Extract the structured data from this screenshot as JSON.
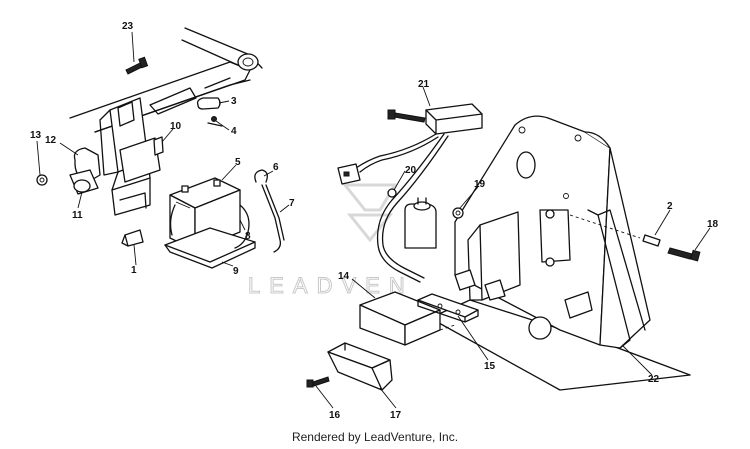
{
  "watermark": "LEADVEN",
  "footer": "Rendered by LeadVenture, Inc.",
  "callouts": [
    "23",
    "3",
    "4",
    "13",
    "12",
    "10",
    "5",
    "6",
    "11",
    "7",
    "8",
    "1",
    "9",
    "21",
    "20",
    "19",
    "2",
    "18",
    "14",
    "15",
    "22",
    "16",
    "17"
  ]
}
